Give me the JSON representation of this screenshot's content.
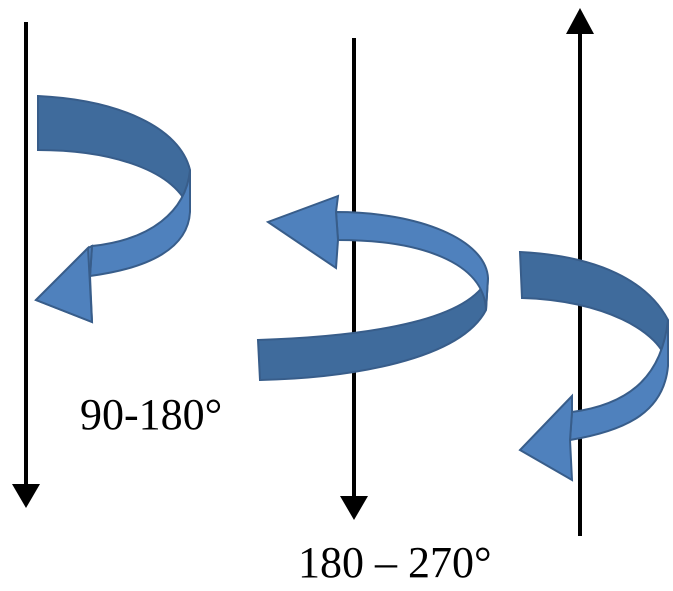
{
  "labels": {
    "left": "90-180°",
    "center": "180 – 270°"
  },
  "colors": {
    "arrow_fill": "#4f81bd",
    "arrow_fill_dark": "#3f6b9c",
    "arrow_stroke": "#385d8a",
    "axis": "#000000"
  },
  "axes": [
    {
      "name": "left-axis",
      "direction": "down"
    },
    {
      "name": "center-axis",
      "direction": "down"
    },
    {
      "name": "right-axis",
      "direction": "up"
    }
  ]
}
